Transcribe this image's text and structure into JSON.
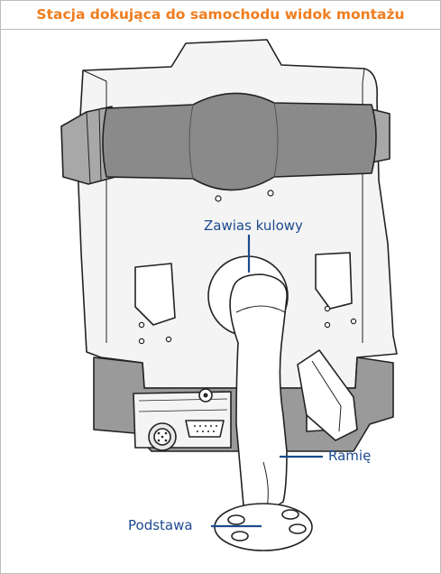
{
  "title": "Stacja dokująca do samochodu widok montażu",
  "callouts": {
    "ball_joint": "Zawias kulowy",
    "arm": "Ramię",
    "base": "Podstawa"
  },
  "colors": {
    "title": "#f07d1e",
    "callout": "#1d4a8f",
    "strap": "#8a8a8a",
    "cradle": "#f4f4f4",
    "dock": "#9a9a9a",
    "outline": "#222222"
  }
}
